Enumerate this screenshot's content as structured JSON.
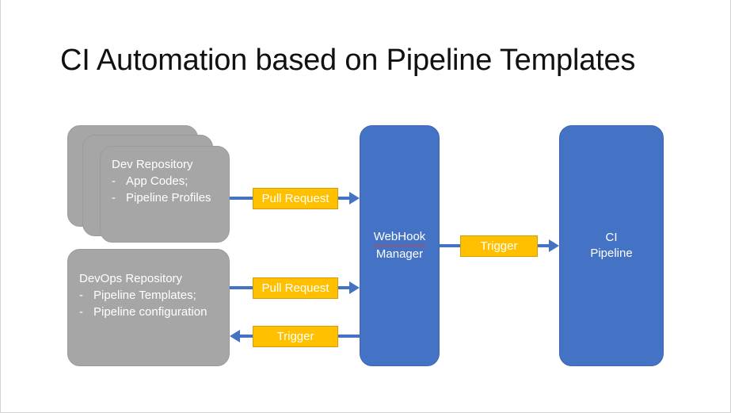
{
  "slide": {
    "title": "CI Automation based on Pipeline Templates"
  },
  "colors": {
    "blue": "#4472C4",
    "gray": "#A6A6A6",
    "orange": "#FFC000",
    "orange_border": "#D99B00",
    "text_light": "#FFFFFF",
    "title_text": "#111111",
    "background": "#FFFFFF"
  },
  "nodes": {
    "dev_repository": {
      "heading": "Dev Repository",
      "bullets": [
        {
          "marker": "-",
          "text": "App Codes;"
        },
        {
          "marker": "-",
          "text": "Pipeline Profiles"
        }
      ],
      "stack_count": 3
    },
    "devops_repository": {
      "heading": "DevOps Repository",
      "bullets": [
        {
          "marker": "-",
          "text": "Pipeline Templates;"
        },
        {
          "marker": "-",
          "text": "Pipeline configuration"
        }
      ]
    },
    "webhook_manager": {
      "line1": "WebHook",
      "line2": "Manager",
      "spellcheck_underline": true
    },
    "ci_pipeline": {
      "line1": "CI",
      "line2": "Pipeline"
    }
  },
  "connectors": [
    {
      "id": "dev-to-webhook",
      "label": "Pull Request",
      "from": "dev_repository",
      "to": "webhook_manager",
      "direction": "right"
    },
    {
      "id": "devops-to-webhook",
      "label": "Pull Request",
      "from": "devops_repository",
      "to": "webhook_manager",
      "direction": "right"
    },
    {
      "id": "webhook-to-devops",
      "label": "Trigger",
      "from": "webhook_manager",
      "to": "devops_repository",
      "direction": "left"
    },
    {
      "id": "webhook-to-ci",
      "label": "Trigger",
      "from": "webhook_manager",
      "to": "ci_pipeline",
      "direction": "right"
    }
  ]
}
